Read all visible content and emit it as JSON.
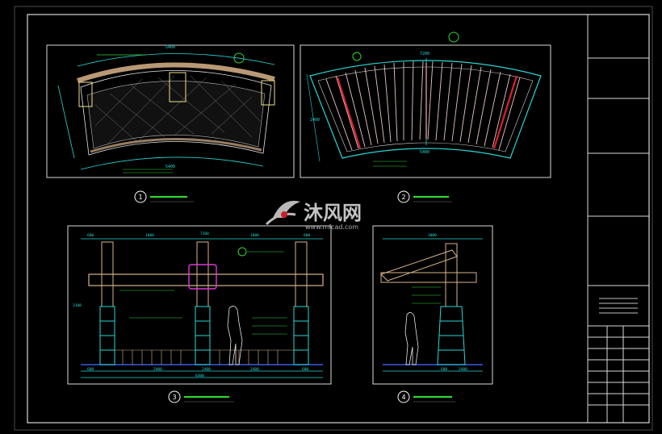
{
  "watermark": {
    "brand": "沐风网",
    "site": "www.mfcad.com"
  },
  "colors": {
    "background": "#000000",
    "frame": "#d8d8d8",
    "cyan": "#29d6d6",
    "green": "#2fd62f",
    "red": "#e0202a",
    "magenta": "#e03ad8",
    "tan": "#d9b48a",
    "white": "#ffffff",
    "blue": "#3a5ae8"
  },
  "views": [
    {
      "id": "plan-1",
      "number": "1",
      "dims": {
        "top": "5400",
        "bottom": "5400"
      }
    },
    {
      "id": "plan-2",
      "number": "2",
      "dims": {
        "top": "7200",
        "bottom": "5400",
        "side": "2400"
      }
    },
    {
      "id": "elevation-3",
      "number": "3",
      "dims": {
        "top": [
          "600",
          "1800",
          "7200",
          "1800",
          "600"
        ],
        "bottom": [
          "600",
          "2400",
          "2400",
          "2400",
          "600"
        ],
        "total": "6400",
        "side": "3100"
      }
    },
    {
      "id": "section-4",
      "number": "4",
      "dims": {
        "top": "3000",
        "bottom": [
          "600",
          "2400"
        ]
      }
    }
  ],
  "title_block": {
    "lines": [
      "",
      "",
      "",
      ""
    ]
  }
}
